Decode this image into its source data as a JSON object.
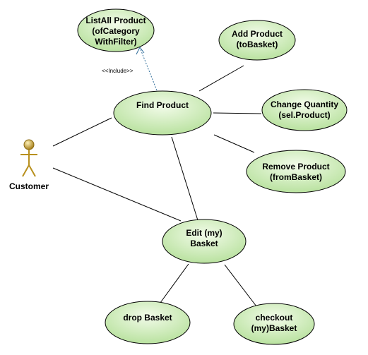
{
  "colors": {
    "usecase_fill_light": "#f2fbe9",
    "usecase_fill_dark": "#b5e09a",
    "actor_gold_light": "#fff2b8",
    "actor_gold_dark": "#a37b16",
    "include_arrow": "#2f6d9a"
  },
  "actor": {
    "name": "Customer"
  },
  "usecases": {
    "list_all_product": {
      "line1": "ListAll Product",
      "line2": "(ofCategory",
      "line3": "WithFilter)"
    },
    "add_product": {
      "line1": "Add Product",
      "line2": "(toBasket)"
    },
    "find_product": {
      "line1": "Find Product"
    },
    "change_quantity": {
      "line1": "Change Quantity",
      "line2": "(sel.Product)"
    },
    "remove_product": {
      "line1": "Remove Product",
      "line2": "(fromBasket)"
    },
    "edit_basket": {
      "line1": "Edit (my)",
      "line2": "Basket"
    },
    "drop_basket": {
      "line1": "drop Basket"
    },
    "checkout": {
      "line1": "checkout",
      "line2": "(my)Basket"
    }
  },
  "relations": {
    "include_label": "<<Include>>"
  }
}
